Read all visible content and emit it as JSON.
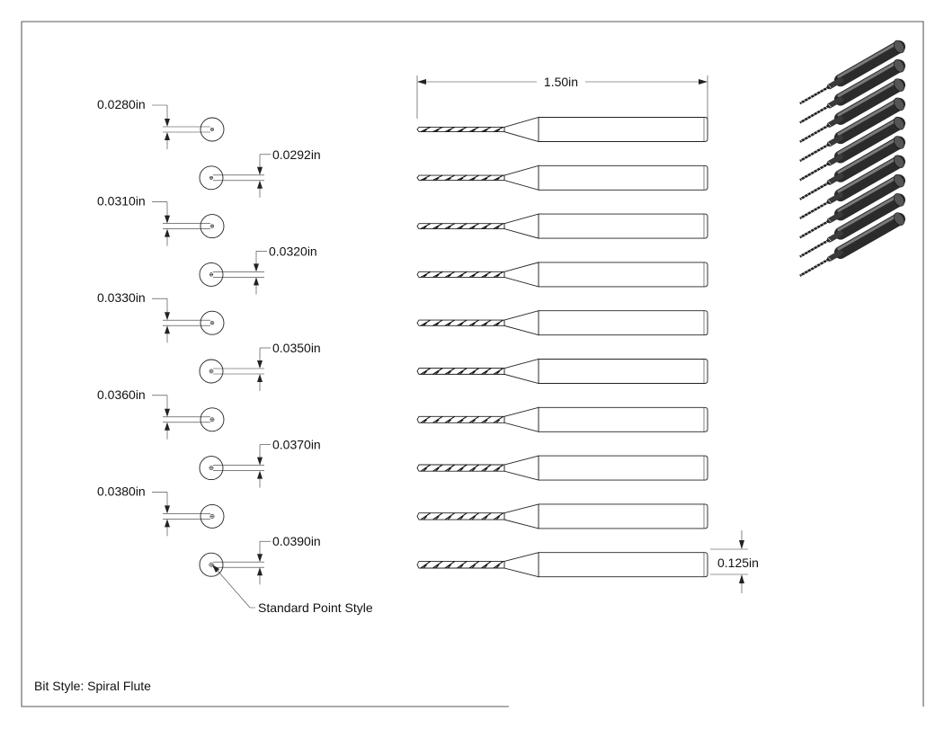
{
  "drawing": {
    "overall_length_label": "1.50in",
    "shank_diameter_label": "0.125in",
    "point_style_label": "Standard Point Style",
    "bit_style_label": "Bit Style: Spiral Flute",
    "diameters": [
      {
        "label": "0.0280in",
        "value": 0.028
      },
      {
        "label": "0.0292in",
        "value": 0.0292
      },
      {
        "label": "0.0310in",
        "value": 0.031
      },
      {
        "label": "0.0320in",
        "value": 0.032
      },
      {
        "label": "0.0330in",
        "value": 0.033
      },
      {
        "label": "0.0350in",
        "value": 0.035
      },
      {
        "label": "0.0360in",
        "value": 0.036
      },
      {
        "label": "0.0370in",
        "value": 0.037
      },
      {
        "label": "0.0380in",
        "value": 0.038
      },
      {
        "label": "0.0390in",
        "value": 0.039
      }
    ]
  }
}
